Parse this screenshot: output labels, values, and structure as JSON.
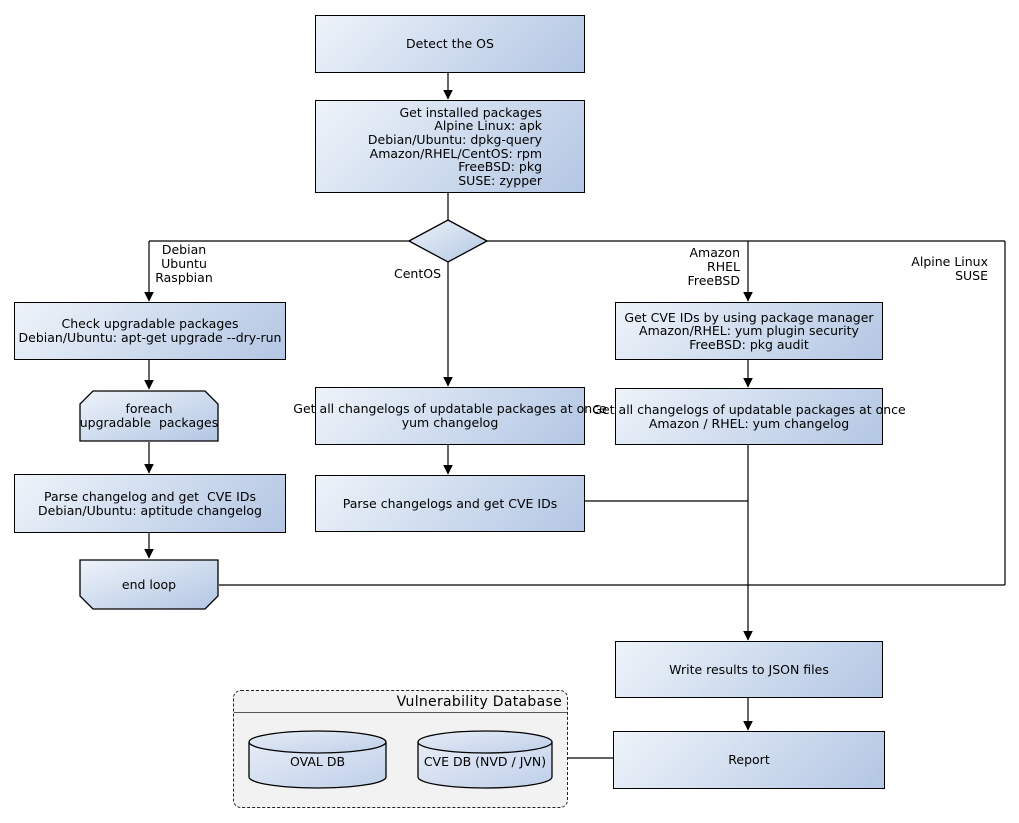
{
  "nodes": {
    "detect_os": {
      "label": "Detect the OS"
    },
    "get_installed_packages": {
      "label": "Get installed packages\nAlpine Linux: apk\nDebian/Ubuntu: dpkg-query\nAmazon/RHEL/CentOS: rpm\nFreeBSD: pkg\nSUSE: zypper"
    },
    "check_upgradable": {
      "label": "Check upgradable packages\nDebian/Ubuntu: apt-get upgrade --dry-run"
    },
    "foreach_loop": {
      "label": "foreach\nupgradable  packages"
    },
    "parse_changelog_debian": {
      "label": "Parse changelog and get  CVE IDs\nDebian/Ubuntu: aptitude changelog"
    },
    "end_loop": {
      "label": "end loop"
    },
    "get_changelogs_yum": {
      "label": "Get all changelogs of updatable packages at once\nyum changelog"
    },
    "parse_changelogs_yum": {
      "label": "Parse changelogs and get CVE IDs"
    },
    "get_cve_ids_pkg_manager": {
      "label": "Get CVE IDs by using package manager\nAmazon/RHEL: yum plugin security\nFreeBSD: pkg audit"
    },
    "get_changelogs_amazon": {
      "label": "Get all changelogs of updatable packages at once\nAmazon / RHEL: yum changelog"
    },
    "write_results": {
      "label": "Write results to JSON files"
    },
    "report": {
      "label": "Report"
    }
  },
  "branch_labels": {
    "debian": "Debian\nUbuntu\nRaspbian",
    "centos": "CentOS",
    "amazon": "Amazon\nRHEL\nFreeBSD",
    "alpine": "Alpine Linux\nSUSE"
  },
  "database": {
    "title": "Vulnerability Database",
    "cylinders": [
      {
        "label": "OVAL DB"
      },
      {
        "label": "CVE DB (NVD / JVN)"
      }
    ]
  },
  "colors": {
    "node_gradient_start": "#eef3f9",
    "node_gradient_end": "#b3c6e3",
    "node_border": "#000000",
    "edge_line": "#000000",
    "db_group_fill": "#f2f2f2",
    "canvas_background": "#ffffff"
  }
}
